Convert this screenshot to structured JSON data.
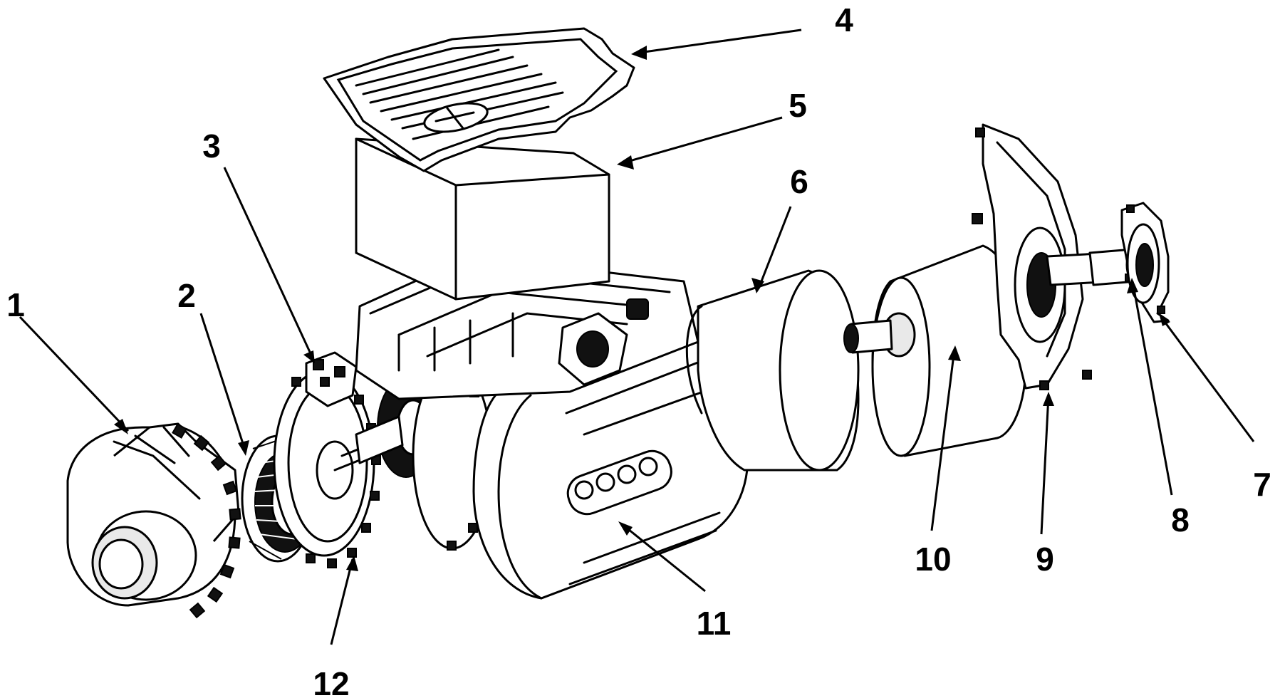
{
  "figure": {
    "labels": [
      {
        "id": "1",
        "text": "1"
      },
      {
        "id": "2",
        "text": "2"
      },
      {
        "id": "3",
        "text": "3"
      },
      {
        "id": "4",
        "text": "4"
      },
      {
        "id": "5",
        "text": "5"
      },
      {
        "id": "6",
        "text": "6"
      },
      {
        "id": "7",
        "text": "7"
      },
      {
        "id": "8",
        "text": "8"
      },
      {
        "id": "9",
        "text": "9"
      },
      {
        "id": "10",
        "text": "10"
      },
      {
        "id": "11",
        "text": "11"
      },
      {
        "id": "12",
        "text": "12"
      }
    ]
  }
}
